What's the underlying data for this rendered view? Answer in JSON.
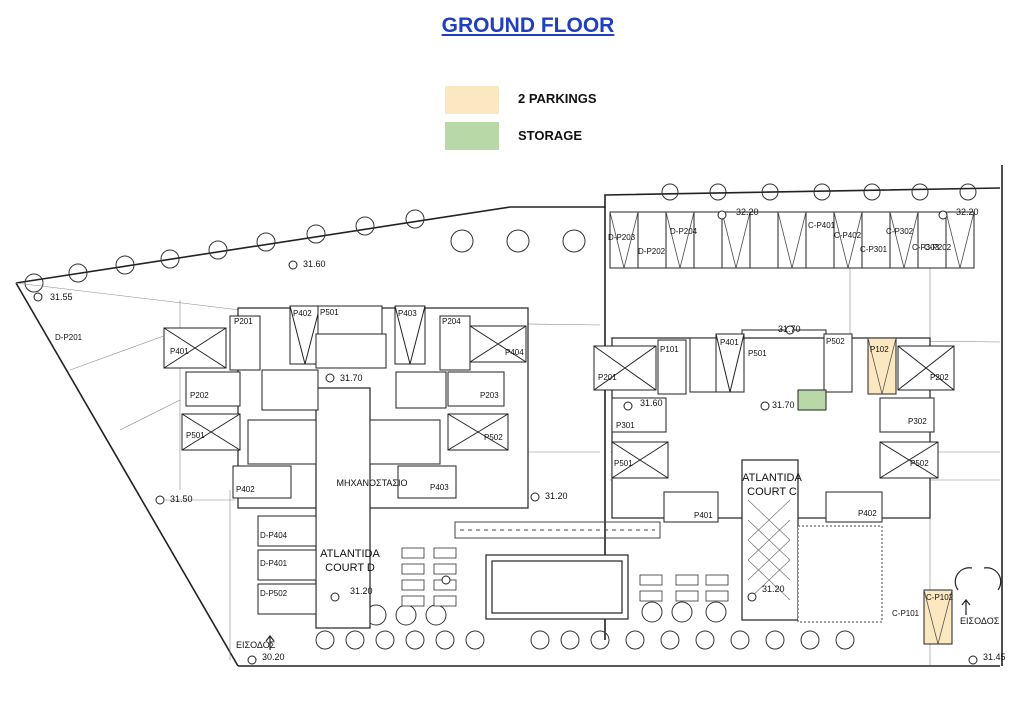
{
  "title": "GROUND FLOOR",
  "legend": [
    {
      "label": "2 PARKINGS",
      "color": "#fbe7c0"
    },
    {
      "label": "STORAGE",
      "color": "#b9d8a8"
    }
  ],
  "levels": {
    "l3160": "31.60",
    "l3155": "31.55",
    "l3170a": "31.70",
    "l3170b": "31.70",
    "l3170c": "31.70",
    "l3160b": "31.60",
    "l3150": "31.50",
    "l3120a": "31.20",
    "l3120b": "31.20",
    "l3120c": "31.20",
    "l3220a": "32.20",
    "l3220b": "32.20",
    "l3020": "30.20",
    "l3145": "31.45"
  },
  "courts": {
    "d1": "ATLANTIDA",
    "d2": "COURT D",
    "c1": "ATLANTIDA",
    "c2": "COURT C",
    "mech": "ΜΗΧΑΝΟΣΤΑΣΙΟ"
  },
  "entrances": {
    "left": "ΕΙΣΟΔΟΣ",
    "right": "ΕΙΣΟΔΟΣ"
  },
  "spaces": {
    "dp201": "D-P201",
    "p401l": "P401",
    "p201l": "P201",
    "p402l": "P402",
    "p501l": "P501",
    "p403l": "P403",
    "p204l": "P204",
    "p404l": "P404",
    "p202l": "P202",
    "p203l": "P203",
    "p501b": "P501",
    "p502l": "P502",
    "p402b": "P402",
    "p403b": "P403",
    "dp404": "D-P404",
    "dp401": "D-P401",
    "dp502": "D-P502",
    "dp203": "D-P203",
    "dp202": "D-P202",
    "dp204": "D-P204",
    "cp401": "C-P401",
    "cp402": "C-P402",
    "cp302": "C-P302",
    "cp303": "C-P303",
    "cp301": "C-P301",
    "cp202": "C-P202",
    "p201r": "P201",
    "p101r": "P101",
    "p401r": "P401",
    "p501r": "P501",
    "p502r": "P502",
    "p102r": "P102",
    "p202r": "P202",
    "p301r": "P301",
    "p302r": "P302",
    "p501c": "P501",
    "p502c": "P502",
    "p401c": "P401",
    "p402c": "P402",
    "cp101": "C-P101",
    "cp102": "C-P102"
  },
  "highlights": {
    "parking_color": "#fbe7c0",
    "storage_color": "#b9d8a8"
  }
}
